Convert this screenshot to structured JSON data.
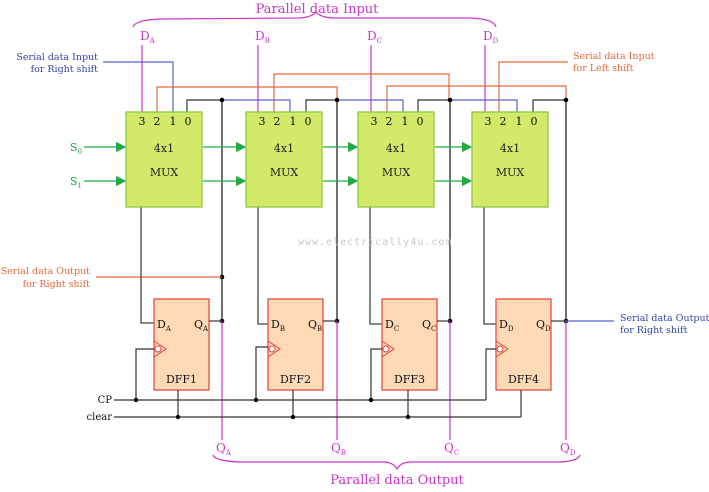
{
  "title_top": "Parallel data Input",
  "title_bottom": "Parallel data Output",
  "parallel_inputs": [
    {
      "main": "D",
      "sub": "A"
    },
    {
      "main": "D",
      "sub": "B"
    },
    {
      "main": "D",
      "sub": "C"
    },
    {
      "main": "D",
      "sub": "D"
    }
  ],
  "parallel_outputs": [
    {
      "main": "Q",
      "sub": "A"
    },
    {
      "main": "Q",
      "sub": "B"
    },
    {
      "main": "Q",
      "sub": "C"
    },
    {
      "main": "Q",
      "sub": "D"
    }
  ],
  "serial_input_right": {
    "line1": "Serial data Input",
    "line2": "for Right shift"
  },
  "serial_input_left": {
    "line1": "Serial data Input",
    "line2": "for Left shift"
  },
  "serial_output_left": {
    "line1": "Serial data Output",
    "line2": "for Right shift"
  },
  "serial_output_right": {
    "line1": "Serial data Output",
    "line2": "for Right shift"
  },
  "select_lines": [
    {
      "main": "S",
      "sub": "0"
    },
    {
      "main": "S",
      "sub": "1"
    }
  ],
  "mux": {
    "pins": [
      "3",
      "2",
      "1",
      "0"
    ],
    "type_label": "4x1",
    "name_label": "MUX",
    "count": 4
  },
  "flip_flops": [
    {
      "name": "DFF1",
      "d": "D",
      "d_sub": "A",
      "q": "Q",
      "q_sub": "A"
    },
    {
      "name": "DFF2",
      "d": "D",
      "d_sub": "B",
      "q": "Q",
      "q_sub": "B"
    },
    {
      "name": "DFF3",
      "d": "D",
      "d_sub": "C",
      "q": "Q",
      "q_sub": "C"
    },
    {
      "name": "DFF4",
      "d": "D",
      "d_sub": "D",
      "q": "Q",
      "q_sub": "D"
    }
  ],
  "clock_label": "CP",
  "clear_label": "clear",
  "watermark": "www.electrically4u.com",
  "colors": {
    "magenta": "#cc33cc",
    "orange": "#e8673a",
    "blue": "#5566cc",
    "green": "#22aa44",
    "mux_fill": "#d4e86a",
    "mux_border": "#8cc63f",
    "dff_fill": "#fdd9b5",
    "dff_border": "#e0443a",
    "wire": "#333333"
  }
}
